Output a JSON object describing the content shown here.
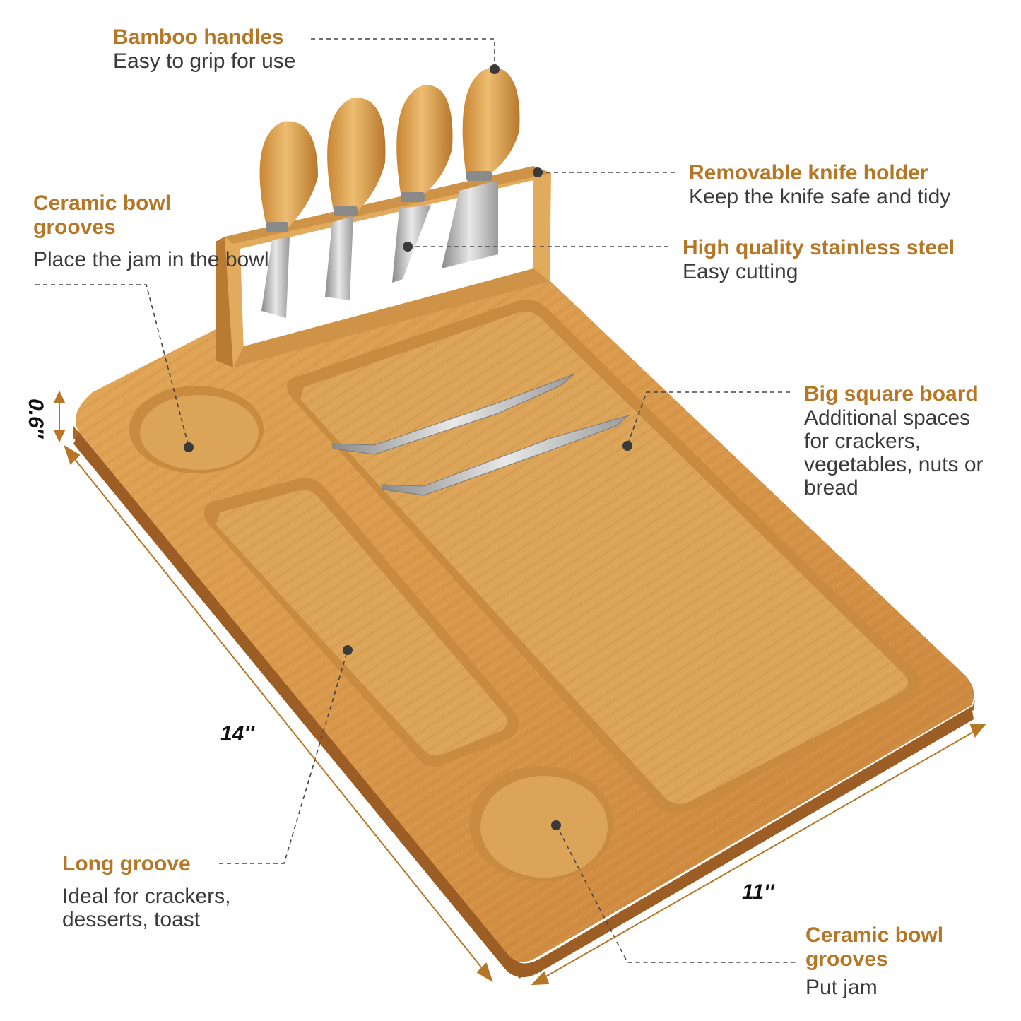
{
  "callouts": {
    "bamboo_handles": {
      "title": "Bamboo handles",
      "desc": "Easy to grip for use"
    },
    "ceramic_bowl_top": {
      "title": "Ceramic bowl grooves",
      "desc": "Place the jam in the bowl"
    },
    "knife_holder": {
      "title": "Removable knife holder",
      "desc": "Keep the knife safe and tidy"
    },
    "stainless_steel": {
      "title": "High quality stainless steel",
      "desc": "Easy cutting"
    },
    "big_board": {
      "title": "Big square board",
      "desc": "Additional spaces for crackers, vegetables, nuts or bread"
    },
    "long_groove": {
      "title": "Long groove",
      "desc": "Ideal for crackers, desserts, toast"
    },
    "ceramic_bowl_bottom": {
      "title": "Ceramic bowl grooves",
      "desc": "Put jam"
    }
  },
  "dimensions": {
    "length": "14′′",
    "width": "11′′",
    "height": "0.6′′"
  },
  "colors": {
    "accent": "#b57726",
    "wood": "#d89a4a",
    "wood_dark": "#b87428",
    "text": "#3a3a3a",
    "dim_line": "#b57726"
  }
}
